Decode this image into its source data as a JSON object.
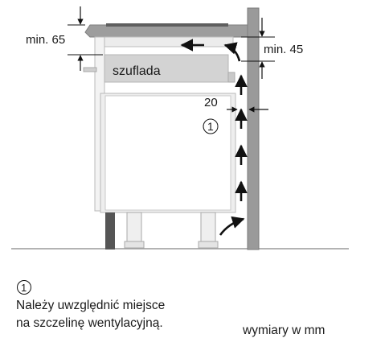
{
  "diagram": {
    "labels": {
      "min_top": "min. 65",
      "min_side": "min. 45",
      "drawer": "szuflada",
      "gap": "20",
      "marker": "1"
    },
    "note": {
      "marker": "1",
      "line1": "Należy uwzględnić miejsce",
      "line2": "na szczelinę wentylacyjną."
    },
    "units": "wymiary w mm"
  }
}
